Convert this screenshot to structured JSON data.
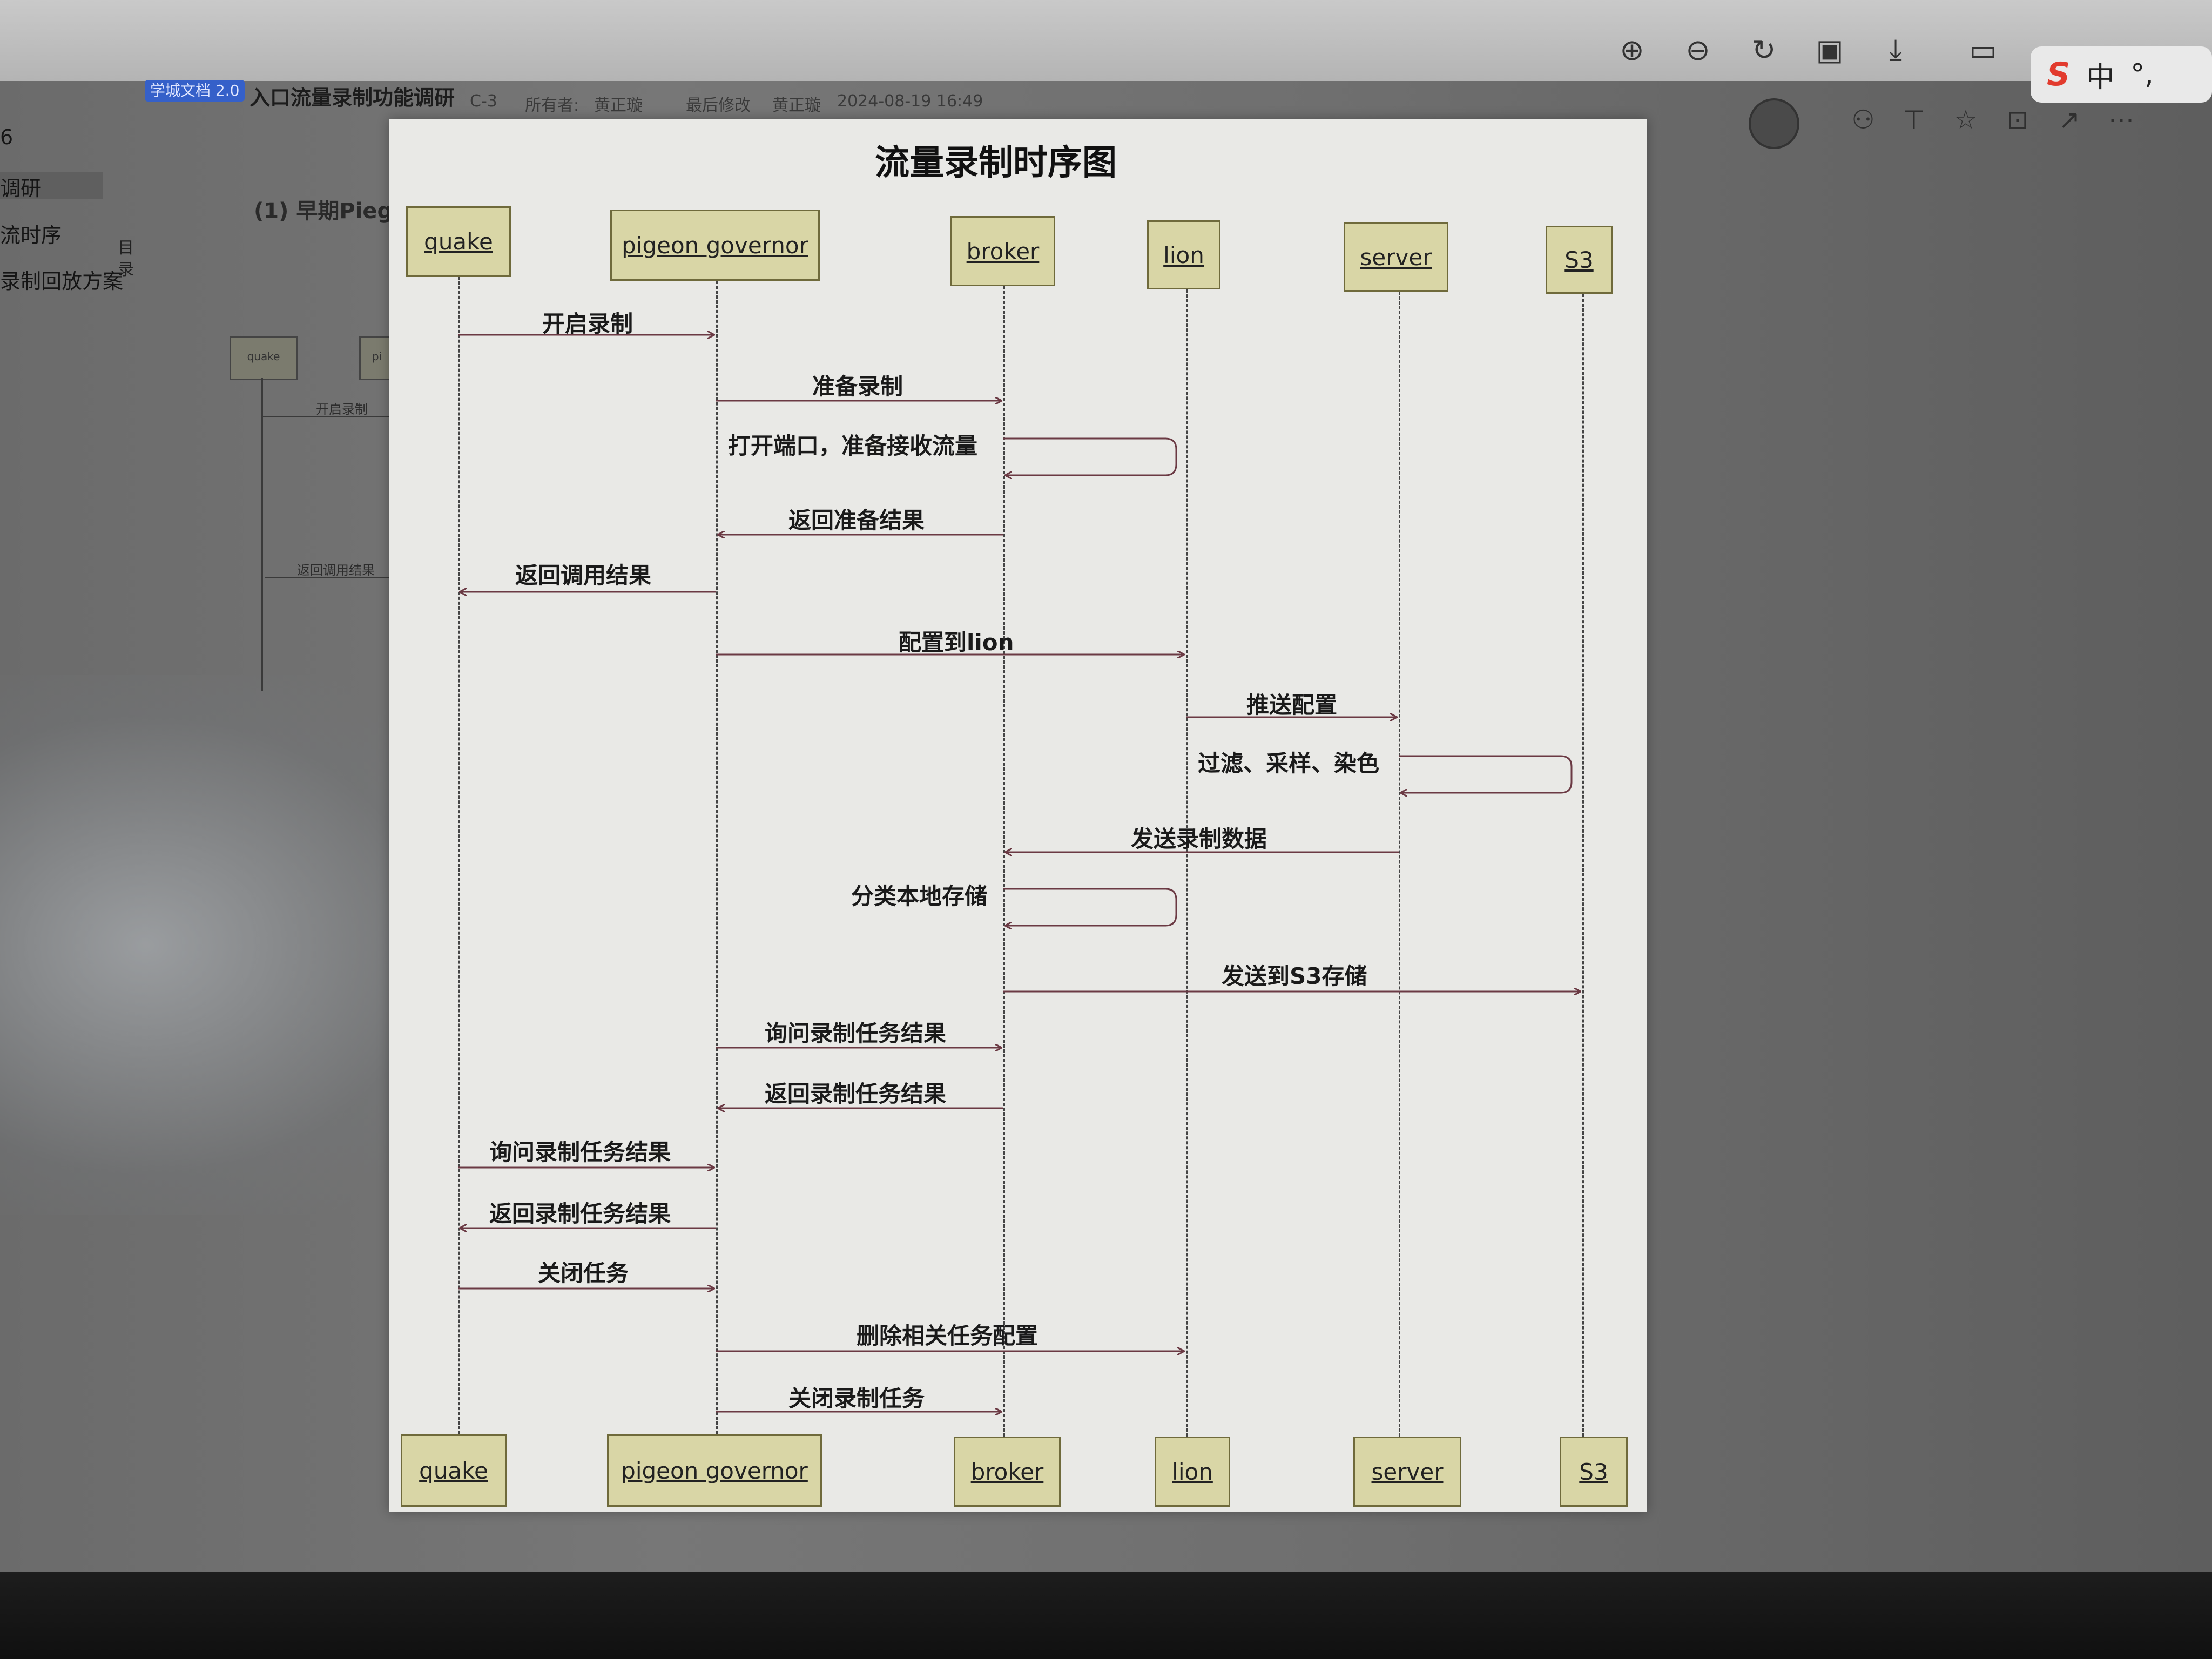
{
  "viewer_toolbar": {
    "icons": [
      "zoom-in-icon",
      "zoom-out-icon",
      "rotate-icon",
      "fit-icon",
      "download-icon",
      "screen-share-icon"
    ]
  },
  "ime": {
    "logo": "S",
    "mode": "中",
    "punct": "°,"
  },
  "doc": {
    "badge": "学城文档 2.0",
    "title": "入口流量录制功能调研",
    "version": "C-3",
    "owner_label": "所有者:",
    "owner": "黄正璇",
    "modified_label": "最后修改",
    "modifier": "黄正璇",
    "modified_time": "2024-08-19 16:49"
  },
  "sidebar": {
    "items": [
      "6",
      "调研",
      "流时序",
      "录制回放方案"
    ],
    "toc_label": "目 录"
  },
  "background": {
    "heading": "(1) 早期Pieg",
    "mini_quake": "quake",
    "mini_pi": "pi",
    "mini_msg1": "开启录制",
    "mini_msg2": "返回调用结果"
  },
  "diagram": {
    "title": "流量录制时序图",
    "participants": [
      "quake",
      "pigeon governor",
      "broker",
      "lion",
      "server",
      "S3"
    ],
    "messages": [
      {
        "from": "quake",
        "to": "pigeon governor",
        "label": "开启录制"
      },
      {
        "from": "pigeon governor",
        "to": "broker",
        "label": "准备录制"
      },
      {
        "from": "broker",
        "to": "broker",
        "label": "打开端口，准备接收流量"
      },
      {
        "from": "broker",
        "to": "pigeon governor",
        "label": "返回准备结果"
      },
      {
        "from": "pigeon governor",
        "to": "quake",
        "label": "返回调用结果"
      },
      {
        "from": "pigeon governor",
        "to": "lion",
        "label": "配置到lion"
      },
      {
        "from": "lion",
        "to": "server",
        "label": "推送配置"
      },
      {
        "from": "server",
        "to": "server",
        "label": "过滤、采样、染色"
      },
      {
        "from": "server",
        "to": "broker",
        "label": "发送录制数据"
      },
      {
        "from": "broker",
        "to": "broker",
        "label": "分类本地存储"
      },
      {
        "from": "broker",
        "to": "S3",
        "label": "发送到S3存储"
      },
      {
        "from": "pigeon governor",
        "to": "broker",
        "label": "询问录制任务结果"
      },
      {
        "from": "broker",
        "to": "pigeon governor",
        "label": "返回录制任务结果"
      },
      {
        "from": "quake",
        "to": "pigeon governor",
        "label": "询问录制任务结果"
      },
      {
        "from": "pigeon governor",
        "to": "quake",
        "label": "返回录制任务结果"
      },
      {
        "from": "quake",
        "to": "pigeon governor",
        "label": "关闭任务"
      },
      {
        "from": "pigeon governor",
        "to": "lion",
        "label": "删除相关任务配置"
      },
      {
        "from": "pigeon governor",
        "to": "broker",
        "label": "关闭录制任务"
      }
    ]
  }
}
